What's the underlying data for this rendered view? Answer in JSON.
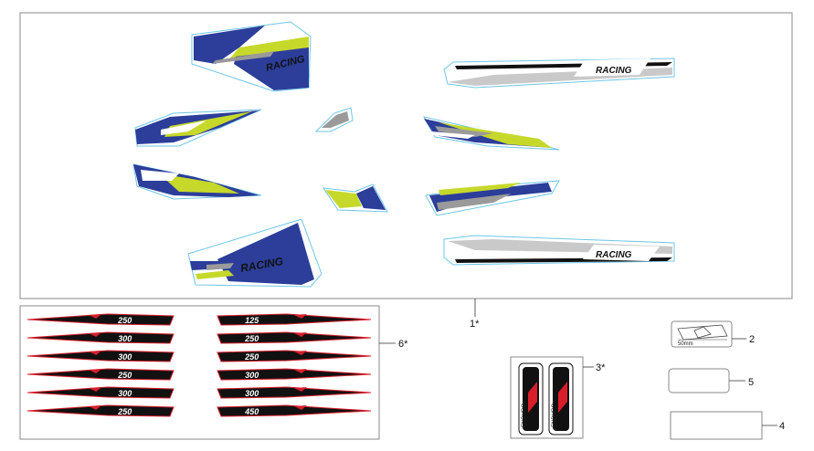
{
  "callouts": {
    "c1": "1*",
    "c2": "2",
    "c3": "3*",
    "c4": "4",
    "c5": "5",
    "c6": "6*"
  },
  "decal_text": {
    "racing": "RACING",
    "ruler": "50mm",
    "side_text": "ENDURO",
    "models_left": [
      "250",
      "300",
      "300",
      "250",
      "300",
      "250"
    ],
    "models_right": [
      "125",
      "250",
      "250",
      "300",
      "300",
      "450"
    ]
  },
  "colors": {
    "blue": "#2c3e9a",
    "lime": "#c6d82a",
    "gray": "#9a9a9a",
    "red": "#d81e2a",
    "outline": "#6ec6e6"
  }
}
